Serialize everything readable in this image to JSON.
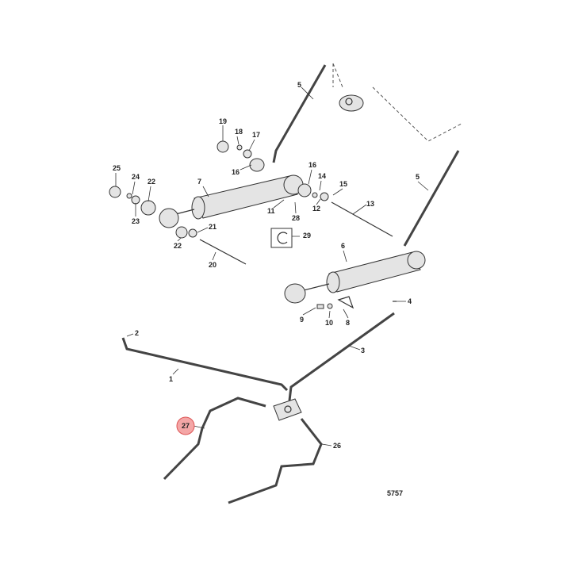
{
  "diagram": {
    "figure_number": "5757",
    "highlight_color": "#f4a6a6",
    "callouts": [
      "5",
      "19",
      "18",
      "17",
      "16",
      "25",
      "24",
      "22",
      "23",
      "7",
      "16",
      "14",
      "15",
      "12",
      "11",
      "28",
      "13",
      "21",
      "22",
      "20",
      "29",
      "5",
      "6",
      "4",
      "9",
      "10",
      "8",
      "2",
      "3",
      "1",
      "27",
      "26"
    ],
    "highlighted_callout": "27"
  }
}
